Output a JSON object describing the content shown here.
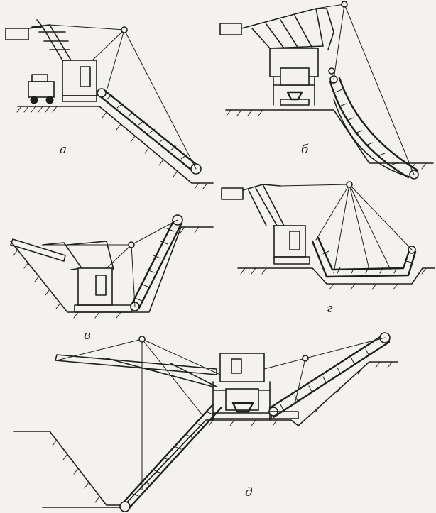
{
  "figure": {
    "panels": [
      {
        "id": "a",
        "label": "а"
      },
      {
        "id": "b",
        "label": "б"
      },
      {
        "id": "v",
        "label": "в"
      },
      {
        "id": "g",
        "label": "г"
      },
      {
        "id": "d",
        "label": "д"
      }
    ]
  }
}
